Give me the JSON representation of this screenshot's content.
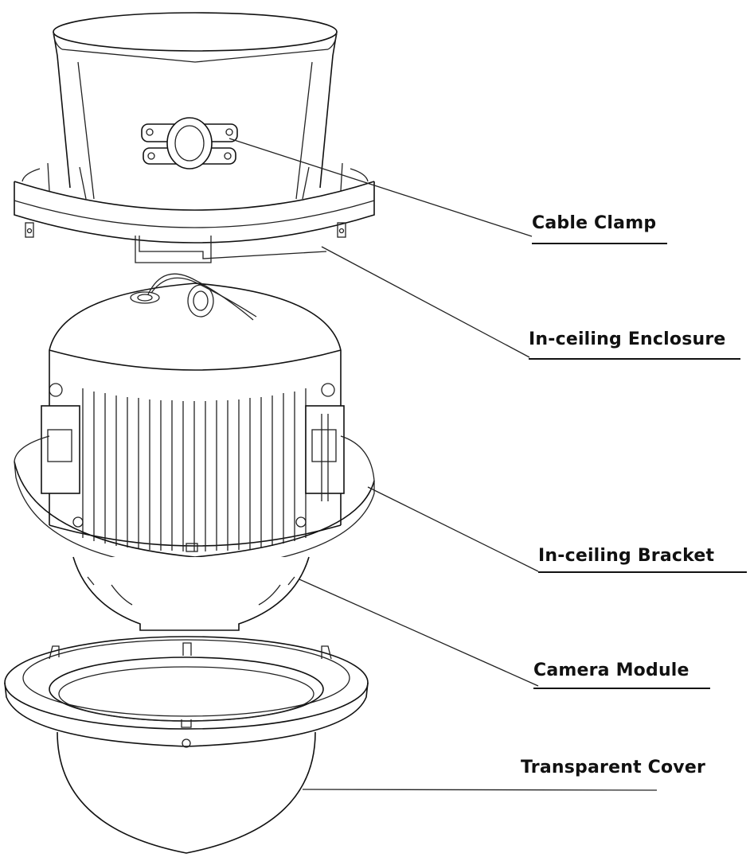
{
  "labels": {
    "cable_clamp": "Cable Clamp",
    "in_ceiling_enclosure": "In-ceiling Enclosure",
    "in_ceiling_bracket": "In-ceiling Bracket",
    "camera_module": "Camera Module",
    "transparent_cover": "Transparent Cover"
  },
  "colors": {
    "ink": "#111111",
    "background": "#ffffff"
  }
}
